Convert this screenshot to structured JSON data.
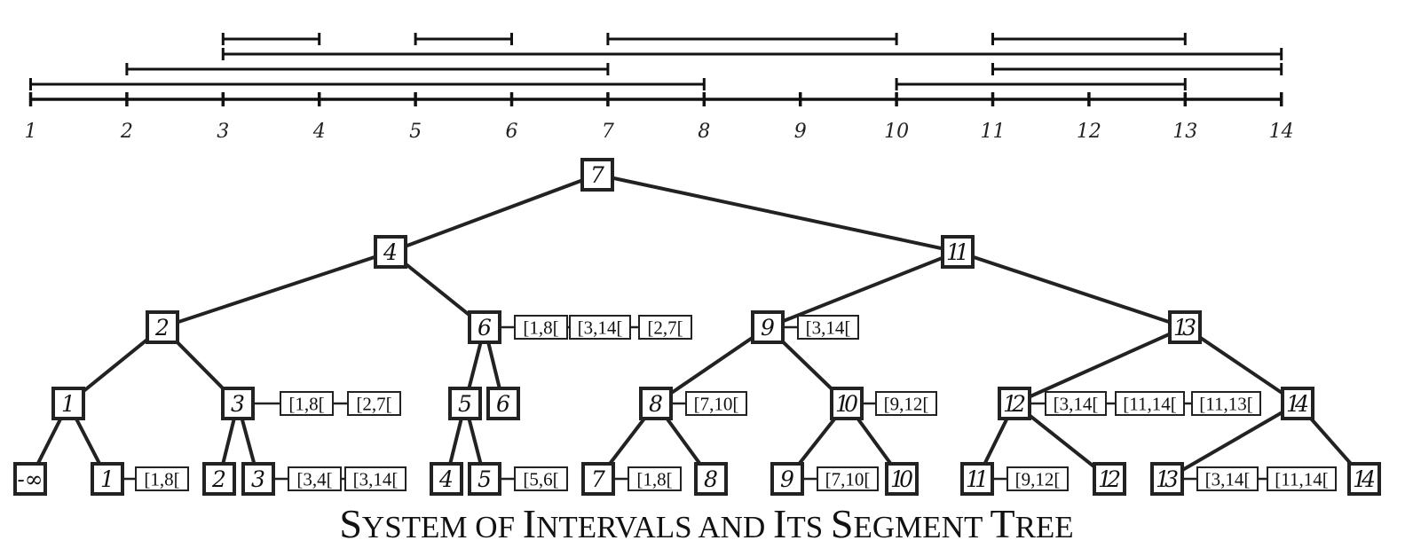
{
  "title": {
    "parts": [
      {
        "text": "S",
        "size": "big"
      },
      {
        "text": "YSTEM OF ",
        "size": "small"
      },
      {
        "text": "I",
        "size": "big"
      },
      {
        "text": "NTERVALS AND ",
        "size": "small"
      },
      {
        "text": "I",
        "size": "big"
      },
      {
        "text": "TS ",
        "size": "small"
      },
      {
        "text": "S",
        "size": "big"
      },
      {
        "text": "EGMENT ",
        "size": "small"
      },
      {
        "text": "T",
        "size": "big"
      },
      {
        "text": "REE",
        "size": "small"
      }
    ]
  },
  "axis": {
    "ticks": [
      "1",
      "2",
      "3",
      "4",
      "5",
      "6",
      "7",
      "8",
      "9",
      "10",
      "11",
      "12",
      "13",
      "14"
    ]
  },
  "intervals": [
    {
      "start": 3,
      "end": 4
    },
    {
      "start": 5,
      "end": 6
    },
    {
      "start": 7,
      "end": 10
    },
    {
      "start": 11,
      "end": 13
    },
    {
      "start": 3,
      "end": 14
    },
    {
      "start": 2,
      "end": 7
    },
    {
      "start": 11,
      "end": 14
    },
    {
      "start": 1,
      "end": 8
    },
    {
      "start": 10,
      "end": 13
    }
  ],
  "tree": {
    "nodes": [
      {
        "id": "7",
        "label": "7",
        "tags": []
      },
      {
        "id": "4",
        "label": "4",
        "tags": []
      },
      {
        "id": "11",
        "label": "11",
        "tags": []
      },
      {
        "id": "2",
        "label": "2",
        "tags": []
      },
      {
        "id": "6",
        "label": "6",
        "tags": [
          "[1,8[",
          "[3,14[",
          "[2,7["
        ]
      },
      {
        "id": "9",
        "label": "9",
        "tags": [
          "[3,14["
        ]
      },
      {
        "id": "13",
        "label": "13",
        "tags": []
      },
      {
        "id": "1",
        "label": "1",
        "tags": []
      },
      {
        "id": "3",
        "label": "3",
        "tags": [
          "[1,8[",
          "[2,7["
        ]
      },
      {
        "id": "5",
        "label": "5",
        "tags": []
      },
      {
        "id": "6b",
        "label": "6",
        "tags": []
      },
      {
        "id": "8",
        "label": "8",
        "tags": [
          "[7,10["
        ]
      },
      {
        "id": "10",
        "label": "10",
        "tags": [
          "[9,12["
        ]
      },
      {
        "id": "12",
        "label": "12",
        "tags": [
          "[3,14[",
          "[11,14[",
          "[11,13["
        ]
      },
      {
        "id": "14",
        "label": "14",
        "tags": []
      },
      {
        "id": "inf",
        "label": "-∞",
        "tags": []
      },
      {
        "id": "1b",
        "label": "1",
        "tags": [
          "[1,8["
        ]
      },
      {
        "id": "2b",
        "label": "2",
        "tags": []
      },
      {
        "id": "3b",
        "label": "3",
        "tags": [
          "[3,4[",
          "[3,14["
        ]
      },
      {
        "id": "4b",
        "label": "4",
        "tags": []
      },
      {
        "id": "5b",
        "label": "5",
        "tags": [
          "[5,6["
        ]
      },
      {
        "id": "7b",
        "label": "7",
        "tags": [
          "[1,8["
        ]
      },
      {
        "id": "8b",
        "label": "8",
        "tags": []
      },
      {
        "id": "9b",
        "label": "9",
        "tags": [
          "[7,10["
        ]
      },
      {
        "id": "10b",
        "label": "10",
        "tags": []
      },
      {
        "id": "11b",
        "label": "11",
        "tags": [
          "[9,12["
        ]
      },
      {
        "id": "12b",
        "label": "12",
        "tags": []
      },
      {
        "id": "13b",
        "label": "13",
        "tags": [
          "[3,14[",
          "[11,14["
        ]
      },
      {
        "id": "14b",
        "label": "14",
        "tags": []
      }
    ],
    "edges": [
      [
        "7",
        "4"
      ],
      [
        "7",
        "11"
      ],
      [
        "4",
        "2"
      ],
      [
        "4",
        "6"
      ],
      [
        "11",
        "9"
      ],
      [
        "11",
        "13"
      ],
      [
        "2",
        "1"
      ],
      [
        "2",
        "3"
      ],
      [
        "6",
        "5"
      ],
      [
        "6",
        "6b"
      ],
      [
        "9",
        "8"
      ],
      [
        "9",
        "10"
      ],
      [
        "13",
        "12"
      ],
      [
        "13",
        "14"
      ],
      [
        "1",
        "inf"
      ],
      [
        "1",
        "1b"
      ],
      [
        "3",
        "2b"
      ],
      [
        "3",
        "3b"
      ],
      [
        "5",
        "4b"
      ],
      [
        "5",
        "5b"
      ],
      [
        "8",
        "7b"
      ],
      [
        "8",
        "8b"
      ],
      [
        "10",
        "9b"
      ],
      [
        "10",
        "10b"
      ],
      [
        "12",
        "11b"
      ],
      [
        "12",
        "12b"
      ],
      [
        "14",
        "13b"
      ],
      [
        "14",
        "14b"
      ]
    ]
  }
}
